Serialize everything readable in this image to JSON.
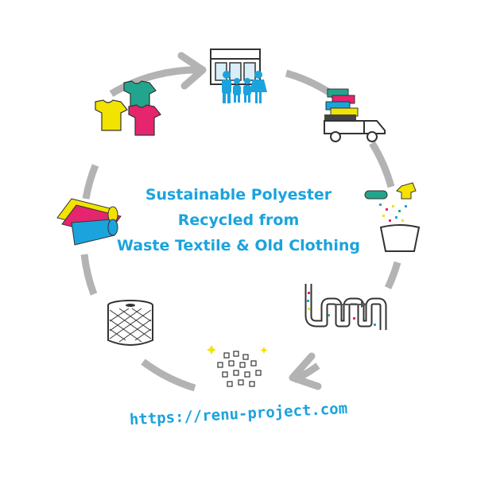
{
  "title": {
    "lines": [
      "Sustainable Polyester",
      "Recycled from",
      "Waste Textile & Old Clothing"
    ]
  },
  "url": "https://renu-project.com",
  "colors": {
    "title": "#1ba3dd",
    "url": "#1ba3dd",
    "cycle": "#b3b3b3",
    "cyan": "#1ba3dd",
    "magenta": "#e5256e",
    "yellow": "#f2e300",
    "teal": "#22a58d"
  },
  "icons": [
    "store-family-icon",
    "truck-clothes-icon",
    "shredding-sorting-icon",
    "chemical-recycling-icon",
    "pellets-icon",
    "yarn-bobbin-icon",
    "fabric-rolls-icon",
    "tshirts-icon"
  ]
}
